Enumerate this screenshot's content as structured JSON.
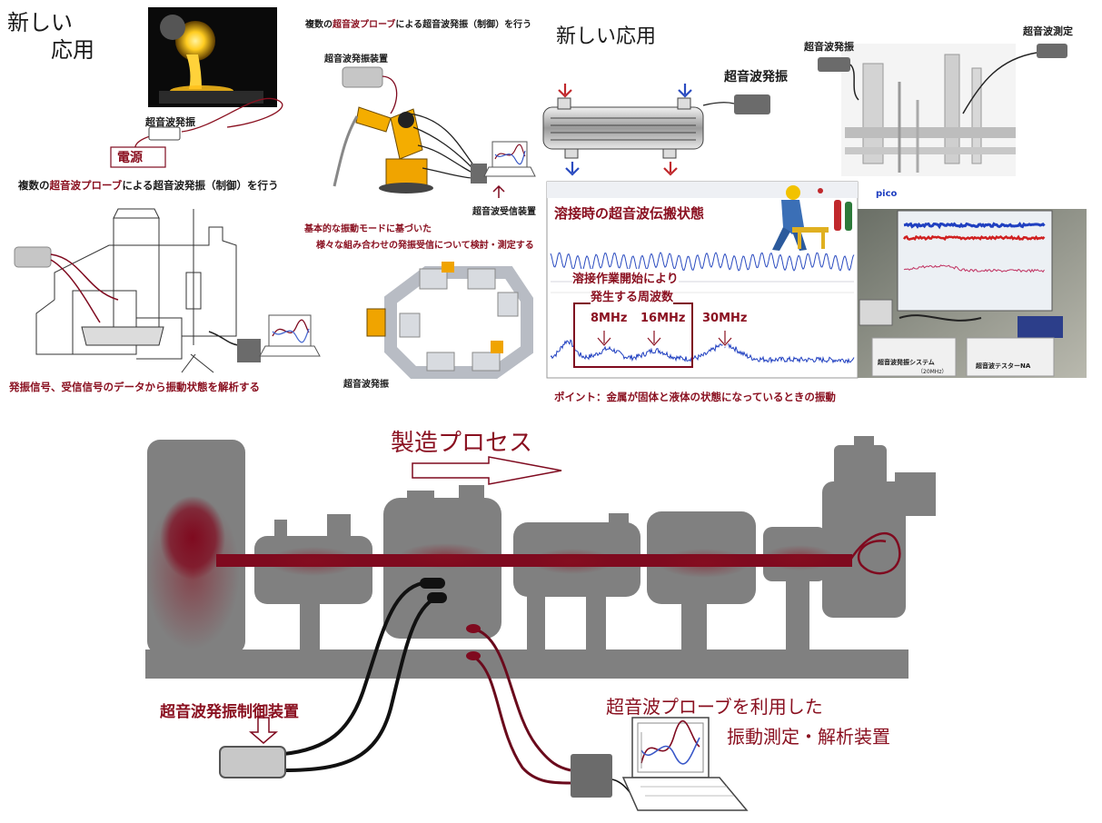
{
  "colors": {
    "maroon": "#7f0a1f",
    "gray_machine": "#808080",
    "device_gray": "#6b6b6b",
    "probe_light": "#c8c8c8",
    "scope_bg": "#ffffff",
    "spectrum_blue": "#1f3fc0"
  },
  "top_left": {
    "title": "新しい\n　　応用",
    "label_oscillator": "超音波発振",
    "label_power": "電源",
    "caption_multi_prefix": "複数の",
    "caption_multi_red": "超音波プローブ",
    "caption_multi_suffix": "による超音波発振（制御）を行う",
    "caption_analysis": "発振信号、受信信号のデータから振動状態を解析する"
  },
  "top_middle": {
    "caption_top_prefix": "複数の",
    "caption_top_red": "超音波プローブ",
    "caption_top_suffix": "による超音波発振（制御）を行う",
    "label_oscillator_device": "超音波発振装置",
    "label_receiver_device": "超音波受信装置",
    "caption_mode_line1": "基本的な振動モードに基づいた",
    "caption_mode_line2": "様々な組み合わせの発振受信について検討・測定する",
    "label_oscillator_conveyor": "超音波発振"
  },
  "top_right": {
    "title": "新しい応用",
    "label_oscillator_heat": "超音波発振",
    "label_oscillator_plant": "超音波発振",
    "label_measurement_plant": "超音波測定",
    "scope_heading": "溶接時の超音波伝搬状態",
    "scope_note_line1": "溶接作業開始により",
    "scope_note_line2": "発生する周波数",
    "freq_8": "8MHz",
    "freq_16": "16MHz",
    "freq_30": "30MHz",
    "pico_logo": "pico",
    "point_caption": "ポイント：金属が固体と液体の状態になっているときの振動",
    "lab_label_1": "超音波発振システム",
    "lab_label_1b": "（20MHz）",
    "lab_label_2": "超音波テスターNA"
  },
  "bottom": {
    "process_label": "製造プロセス",
    "control_device_label": "超音波発振制御装置",
    "probe_label_line1": "超音波プローブを利用した",
    "probe_label_line2": "振動測定・解析装置"
  }
}
